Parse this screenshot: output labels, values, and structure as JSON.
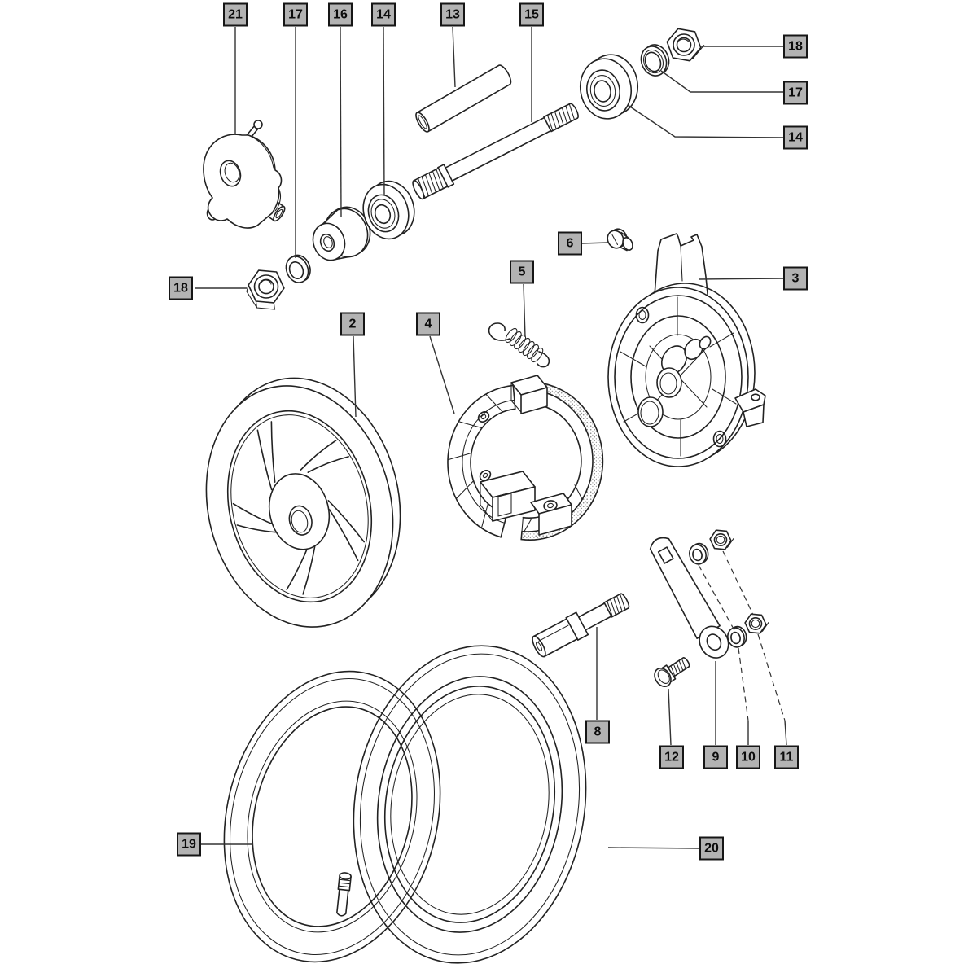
{
  "theme": {
    "bg": "#ffffff",
    "line": "#222222",
    "label-bg": "#b3b3b3",
    "label-border": "#161616",
    "label-text": "#0c0c0c"
  },
  "labels": [
    {
      "text": "21"
    },
    {
      "text": "17"
    },
    {
      "text": "16"
    },
    {
      "text": "14"
    },
    {
      "text": "13"
    },
    {
      "text": "15"
    },
    {
      "text": "18"
    },
    {
      "text": "17"
    },
    {
      "text": "14"
    },
    {
      "text": "3"
    },
    {
      "text": "18"
    },
    {
      "text": "6"
    },
    {
      "text": "5"
    },
    {
      "text": "2"
    },
    {
      "text": "4"
    },
    {
      "text": "8"
    },
    {
      "text": "12"
    },
    {
      "text": "9"
    },
    {
      "text": "10"
    },
    {
      "text": "11"
    },
    {
      "text": "19"
    },
    {
      "text": "20"
    }
  ]
}
